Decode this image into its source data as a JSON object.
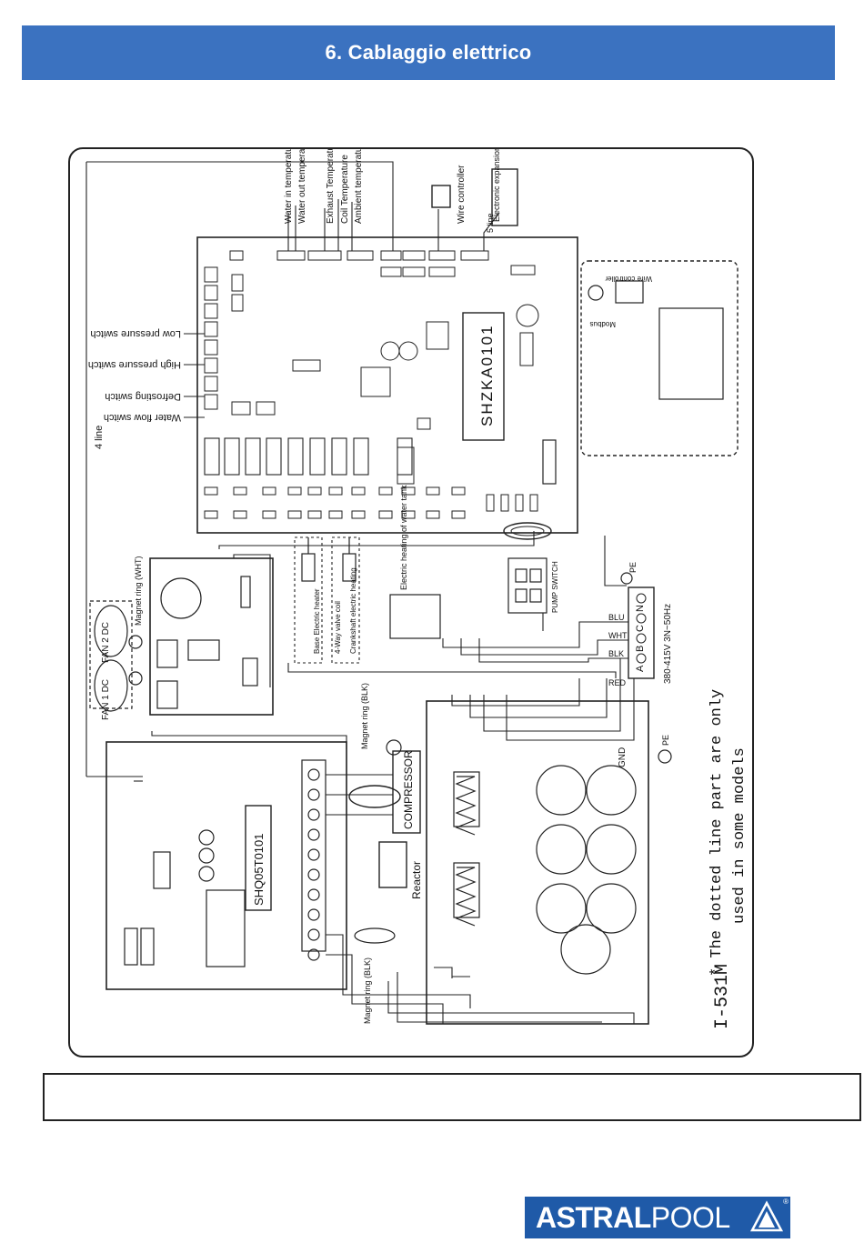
{
  "header": {
    "title": "6. Cablaggio elettrico"
  },
  "diagram": {
    "sensors": [
      "Water in temperature",
      "Water out temperature",
      "Exhaust Temperature",
      "Coil Temperature",
      "Ambient temperature"
    ],
    "switches": [
      "Water flow switch",
      "Defrosting switch",
      "High pressure switch",
      "Low pressure switch"
    ],
    "wire_controller": "Wire controller",
    "expansion_valve": "Electronic expansion valve",
    "line_4": "4 line",
    "line_5": "5 line",
    "main_board": "SHZKA0101",
    "driver_board": "SHQ05T0101",
    "compressor": "COMPRESSOR",
    "reactor": "Reactor",
    "magnet_ring_blk": "Magnet ring (BLK)",
    "magnet_ring_wht": "Magnet ring (WHT)",
    "magnet_ring": "Magnet ring",
    "fan1": "FAN 1 DC",
    "fan2": "FAN 2 DC",
    "base_heater": "Base Electric heater",
    "four_way": "4-Way valve coil",
    "crankshaft": "Crankshaft electric heating",
    "tank_heater": "Electric heating of water tank",
    "pump_switch": "PUMP SWITCH",
    "power": "380-415V 3N~50Hz",
    "terminals": [
      "A",
      "B",
      "C",
      "N"
    ],
    "wire_colors": [
      "BLU",
      "WHT",
      "BLK",
      "RED"
    ],
    "pe": "PE",
    "gnd": "GND",
    "note_line1": "* The dotted line part are only",
    "note_line2": "used in some models",
    "model_code": "I-531M",
    "modbus": "Modbus",
    "wire_controller_small": "Wire controller"
  },
  "logo": {
    "text_bold": "ASTRAL",
    "text_thin": "POOL",
    "reg": "®"
  },
  "colors": {
    "header_bg": "#3b72c0",
    "logo_bg": "#1f5aa8"
  }
}
